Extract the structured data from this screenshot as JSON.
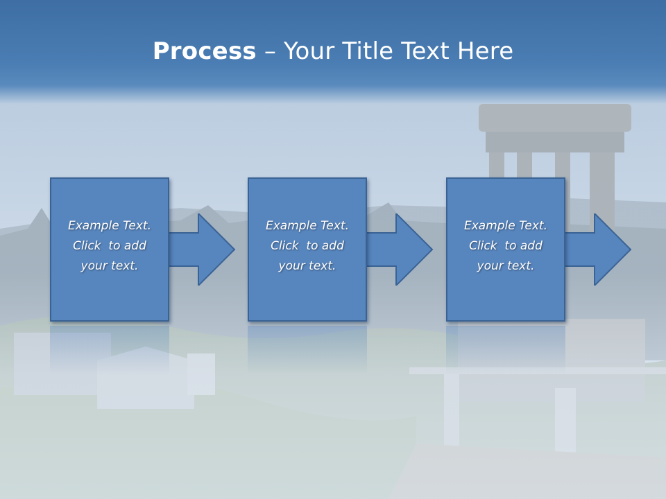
{
  "slide": {
    "title_bold": "Process",
    "title_rest": " – Your Title Text Here"
  },
  "steps": [
    {
      "line1": "Example Text.",
      "line2": "Click  to add",
      "line3": "your text."
    },
    {
      "line1": "Example Text.",
      "line2": "Click  to add",
      "line3": "your text."
    },
    {
      "line1": "Example Text.",
      "line2": "Click  to add",
      "line3": "your text."
    }
  ],
  "colors": {
    "title_band": "#4a7db3",
    "box_fill": "#5785bd",
    "box_border": "#3a6395",
    "text": "#ffffff"
  }
}
